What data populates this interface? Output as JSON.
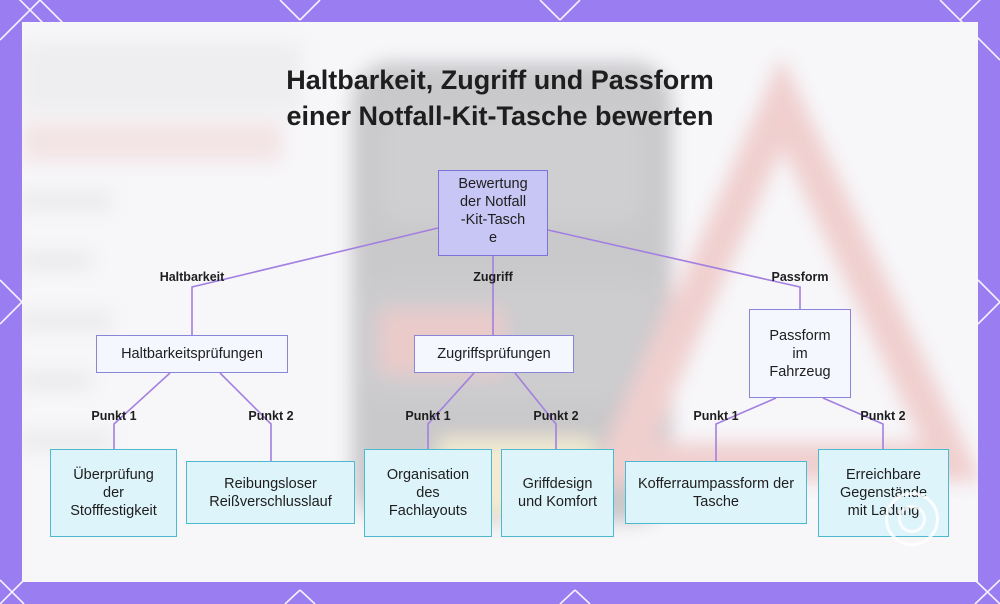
{
  "title_line1": "Haltbarkeit, Zugriff und Passform",
  "title_line2": "einer Notfall-Kit-Tasche bewerten",
  "colors": {
    "frame": "#9a7df0",
    "root_fill": "#c8c6f4",
    "root_border": "#7c74d8",
    "mid_fill": "#f5f7ff",
    "mid_border": "#8a84da",
    "leaf_fill": "#def4fb",
    "leaf_border": "#4cb9cf",
    "edge": "#a27fe0"
  },
  "root": {
    "text": "Bewertung der Notfall-Kit-Tasche"
  },
  "branch_labels": {
    "haltbarkeit": "Haltbarkeit",
    "zugriff": "Zugriff",
    "passform": "Passform"
  },
  "mids": {
    "haltbarkeit": "Haltbarkeitsprüfungen",
    "zugriff": "Zugriffsprüfungen",
    "passform": "Passform im Fahrzeug"
  },
  "point_labels": {
    "p1": "Punkt 1",
    "p2": "Punkt 2"
  },
  "leaves": {
    "h1": "Überprüfung der Stofffestigkeit",
    "h2": "Reibungsloser Reißverschlusslauf",
    "z1": "Organisation des Fachlayouts",
    "z2": "Griffdesign und Komfort",
    "p1": "Kofferraumpassform der Tasche",
    "p2": "Erreichbare Gegenstände mit Ladung"
  }
}
